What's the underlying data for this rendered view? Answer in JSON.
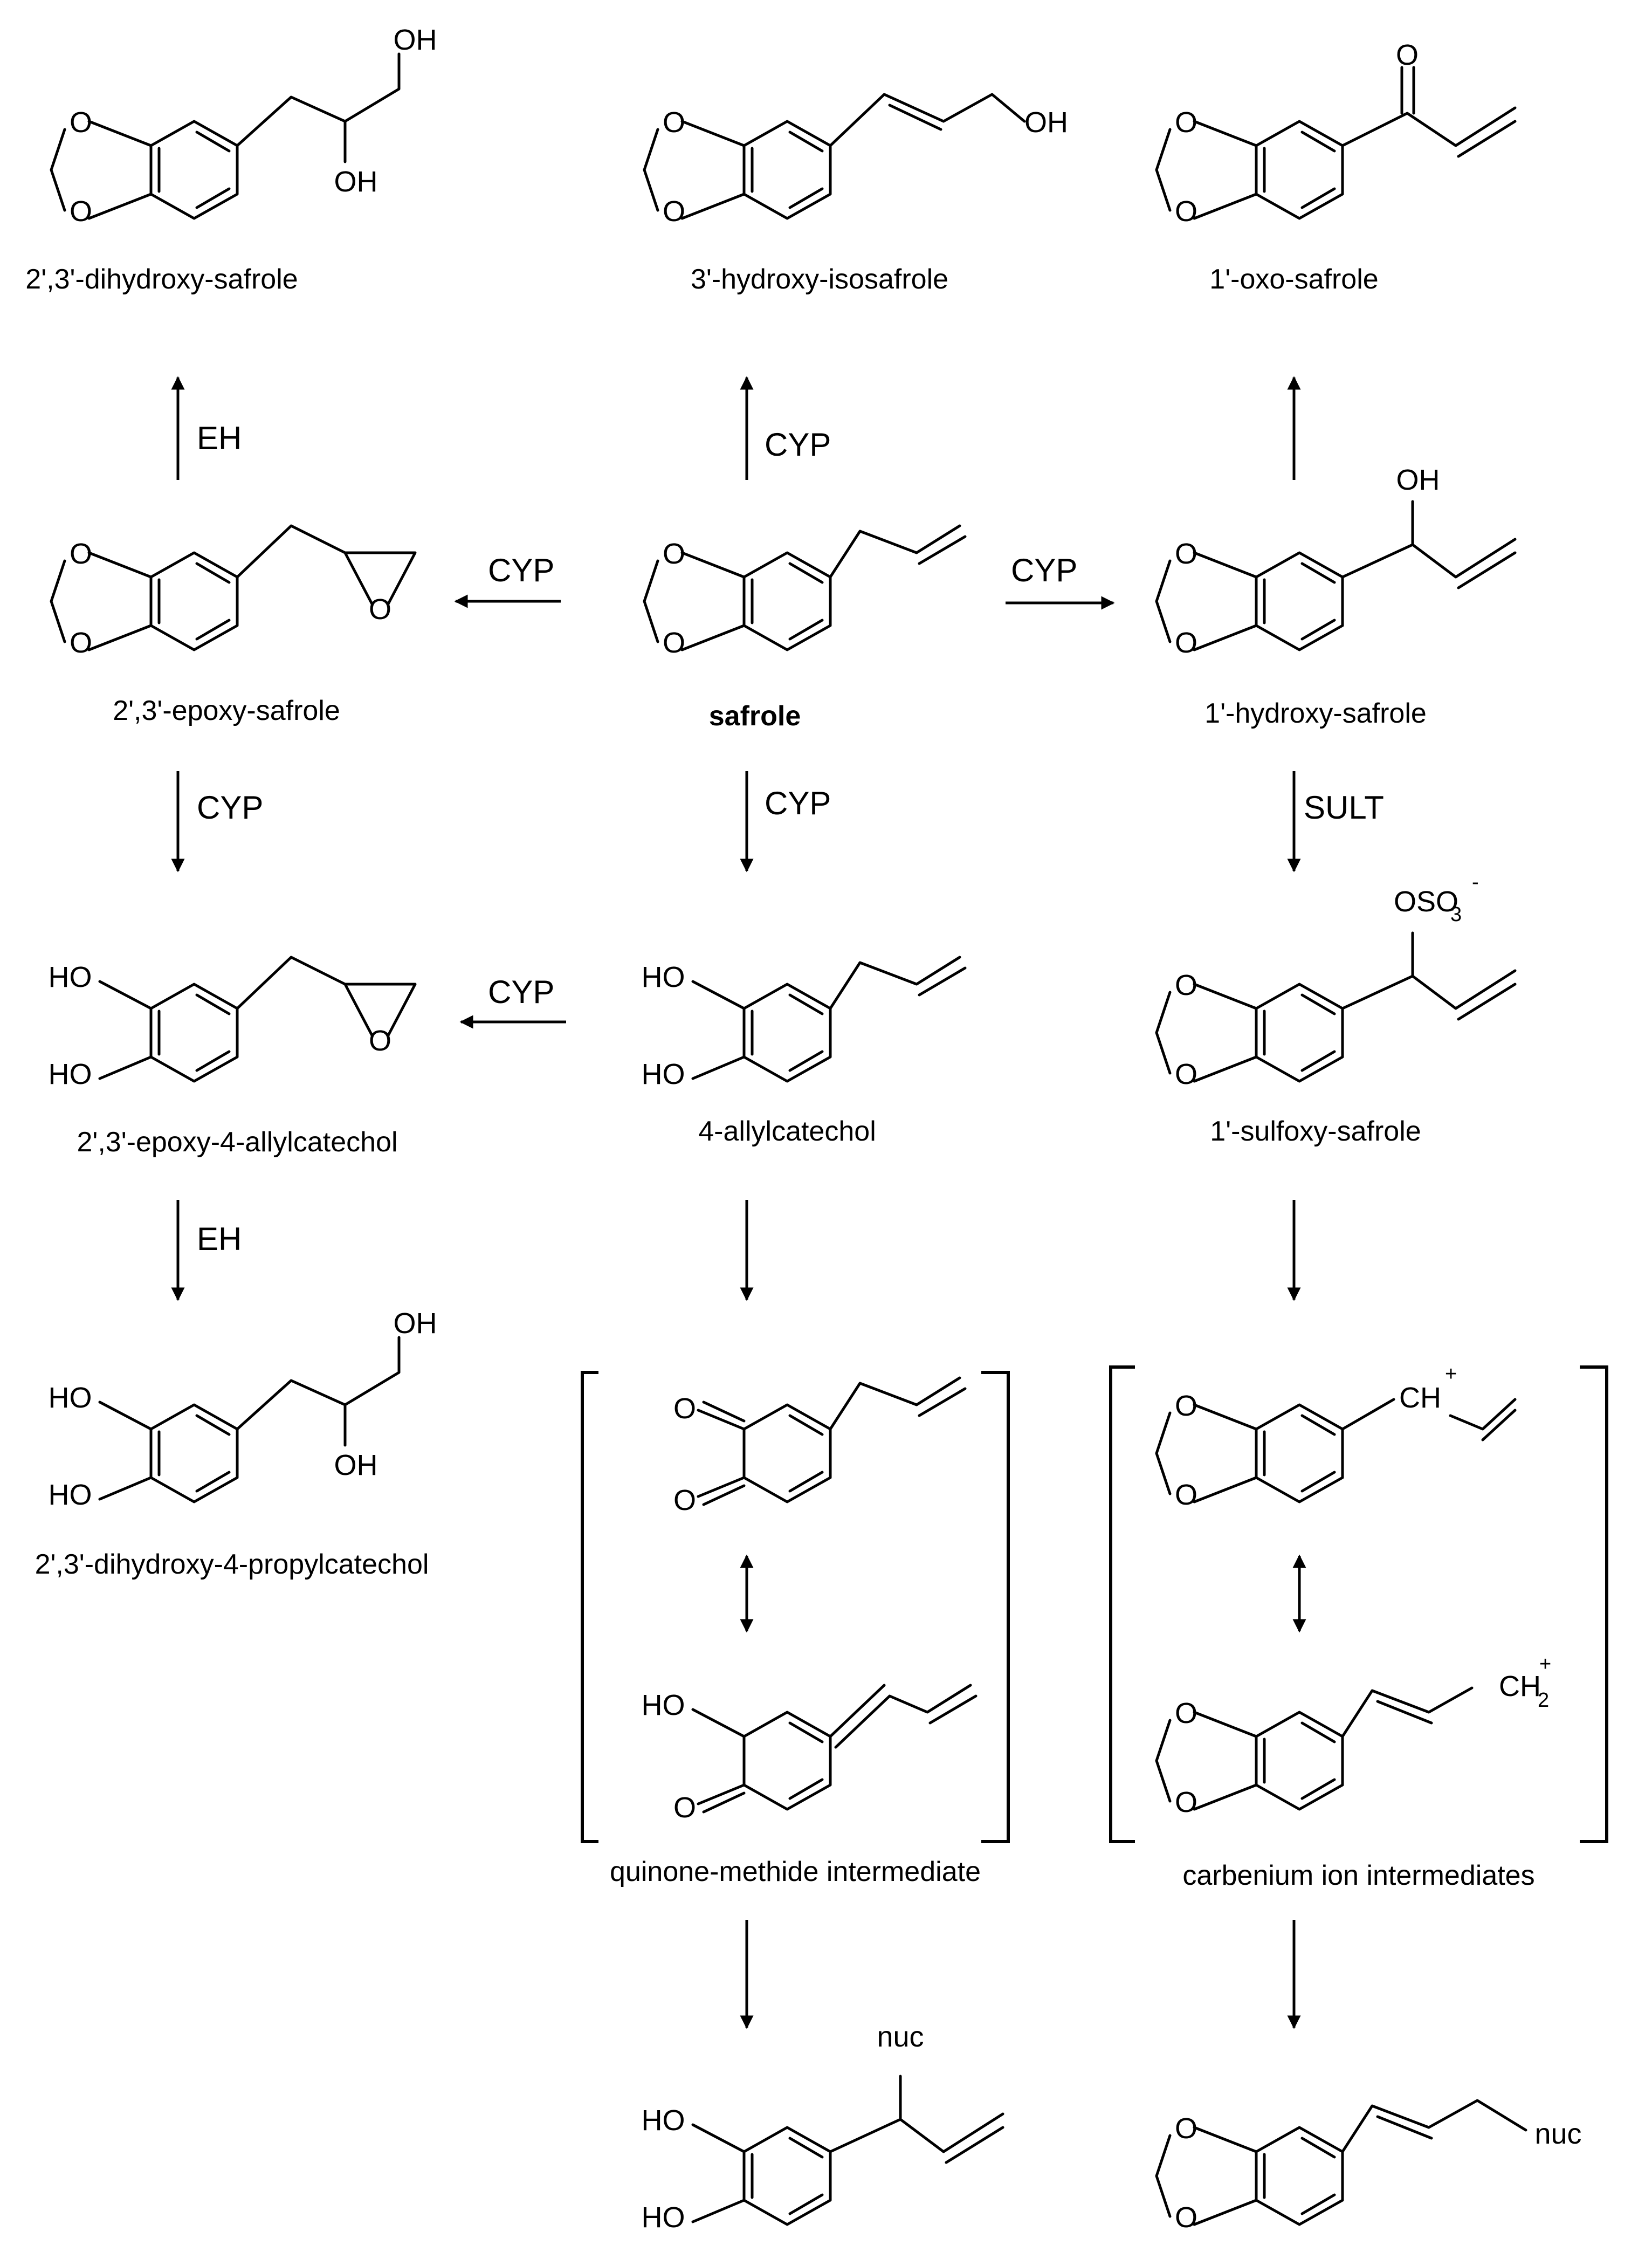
{
  "compounds": {
    "dihydroxy_safrole": "2',3'-dihydroxy-safrole",
    "hydroxy_isosafrole": "3'-hydroxy-isosafrole",
    "oxo_safrole": "1'-oxo-safrole",
    "epoxy_safrole": "2',3'-epoxy-safrole",
    "safrole": "safrole",
    "hydroxy_safrole": "1'-hydroxy-safrole",
    "epoxy_allylcatechol": "2',3'-epoxy-4-allylcatechol",
    "allylcatechol": "4-allylcatechol",
    "sulfoxy_safrole": "1'-sulfoxy-safrole",
    "dihydroxy_propylcatechol": "2',3'-dihydroxy-4-propylcatechol",
    "quinone_methide": "quinone-methide intermediate",
    "carbenium": "carbenium ion intermediates"
  },
  "enzymes": {
    "eh_top": "EH",
    "cyp_up": "CYP",
    "cyp_left": "CYP",
    "cyp_right": "CYP",
    "cyp_epoxy_down": "CYP",
    "cyp_safrole_down": "CYP",
    "sult": "SULT",
    "cyp_catechol_left": "CYP",
    "eh_bottom": "EH"
  },
  "atoms": {
    "oh": "OH",
    "ho": "HO",
    "o": "O",
    "oso": "OSO",
    "three": "3",
    "minus": "-",
    "ch": "CH",
    "plus": "+",
    "two": "2",
    "nuc": "nuc"
  }
}
